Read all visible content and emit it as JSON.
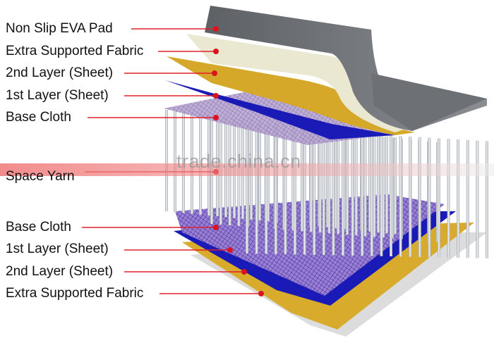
{
  "labels": [
    "Non Slip EVA Pad",
    "Extra Supported Fabric",
    "2nd Layer (Sheet)",
    "1st  Layer (Sheet)",
    "Base Cloth",
    "Space Yarn",
    "Base Cloth",
    "1st  Layer (Sheet)",
    "2nd Layer (Sheet)",
    "Extra Supported Fabric"
  ],
  "watermark": "trade.china.cn",
  "colors": {
    "leader_line": "#e0202a",
    "marker": "#d8141e",
    "eva_pad": "#6f7378",
    "fabric": "#e9e6cf",
    "yellow_sheet": "#d6a92a",
    "blue_sheet": "#1f1fb8",
    "base_cloth": "#8a7ab0",
    "yarn": "#c9ced6"
  }
}
